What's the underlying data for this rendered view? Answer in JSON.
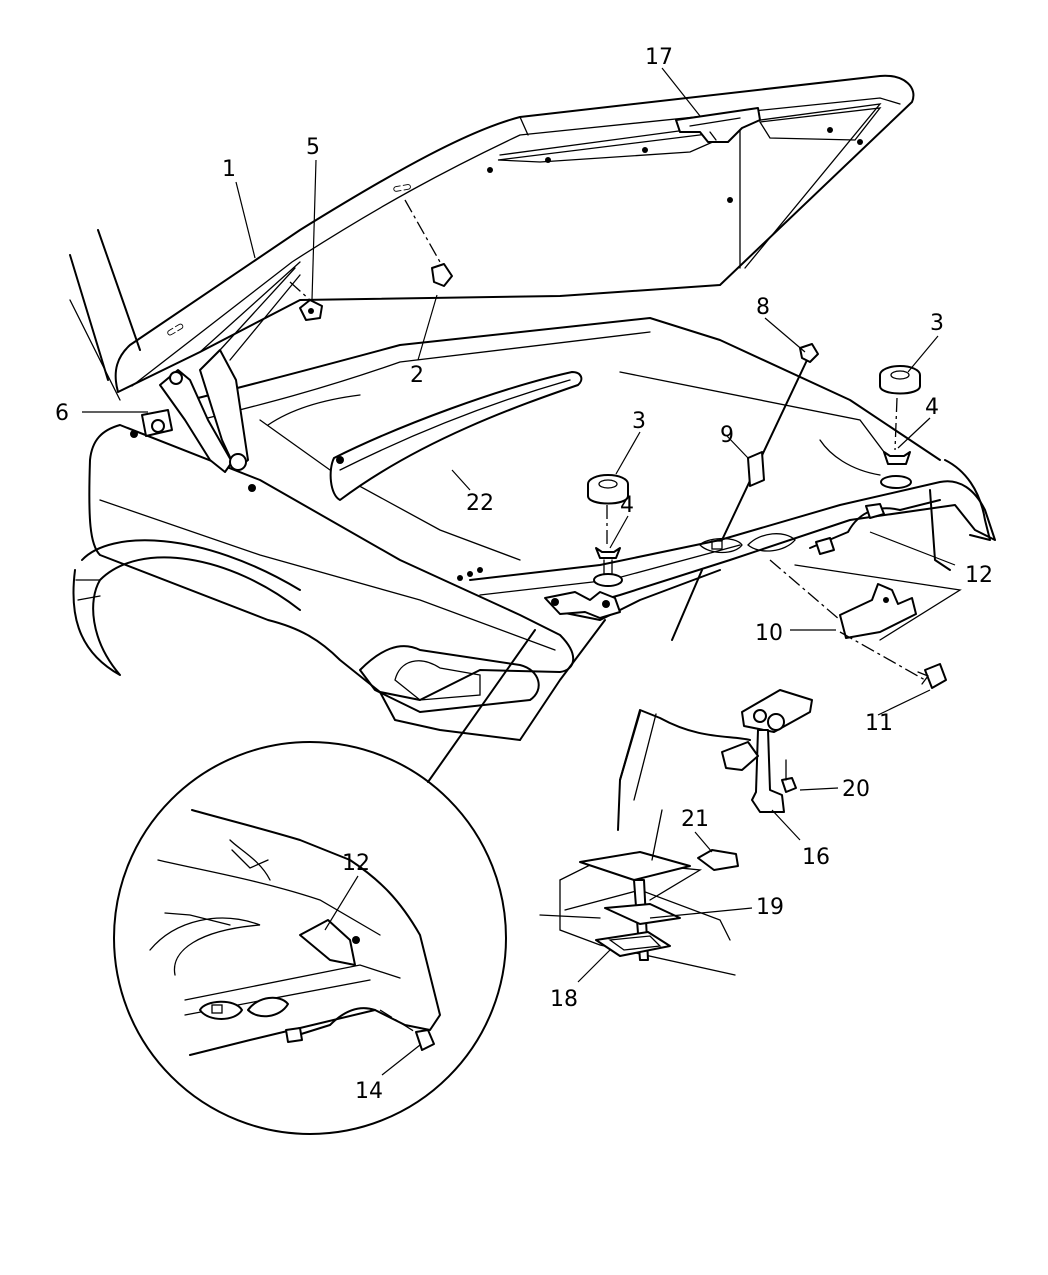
{
  "callouts": {
    "c1": "1",
    "c2": "2",
    "c3a": "3",
    "c3b": "3",
    "c4a": "4",
    "c4b": "4",
    "c5": "5",
    "c6": "6",
    "c8": "8",
    "c9": "9",
    "c10": "10",
    "c11": "11",
    "c12a": "12",
    "c12b": "12",
    "c14": "14",
    "c16": "16",
    "c17": "17",
    "c18": "18",
    "c19": "19",
    "c20": "20",
    "c21": "21",
    "c22": "22"
  }
}
